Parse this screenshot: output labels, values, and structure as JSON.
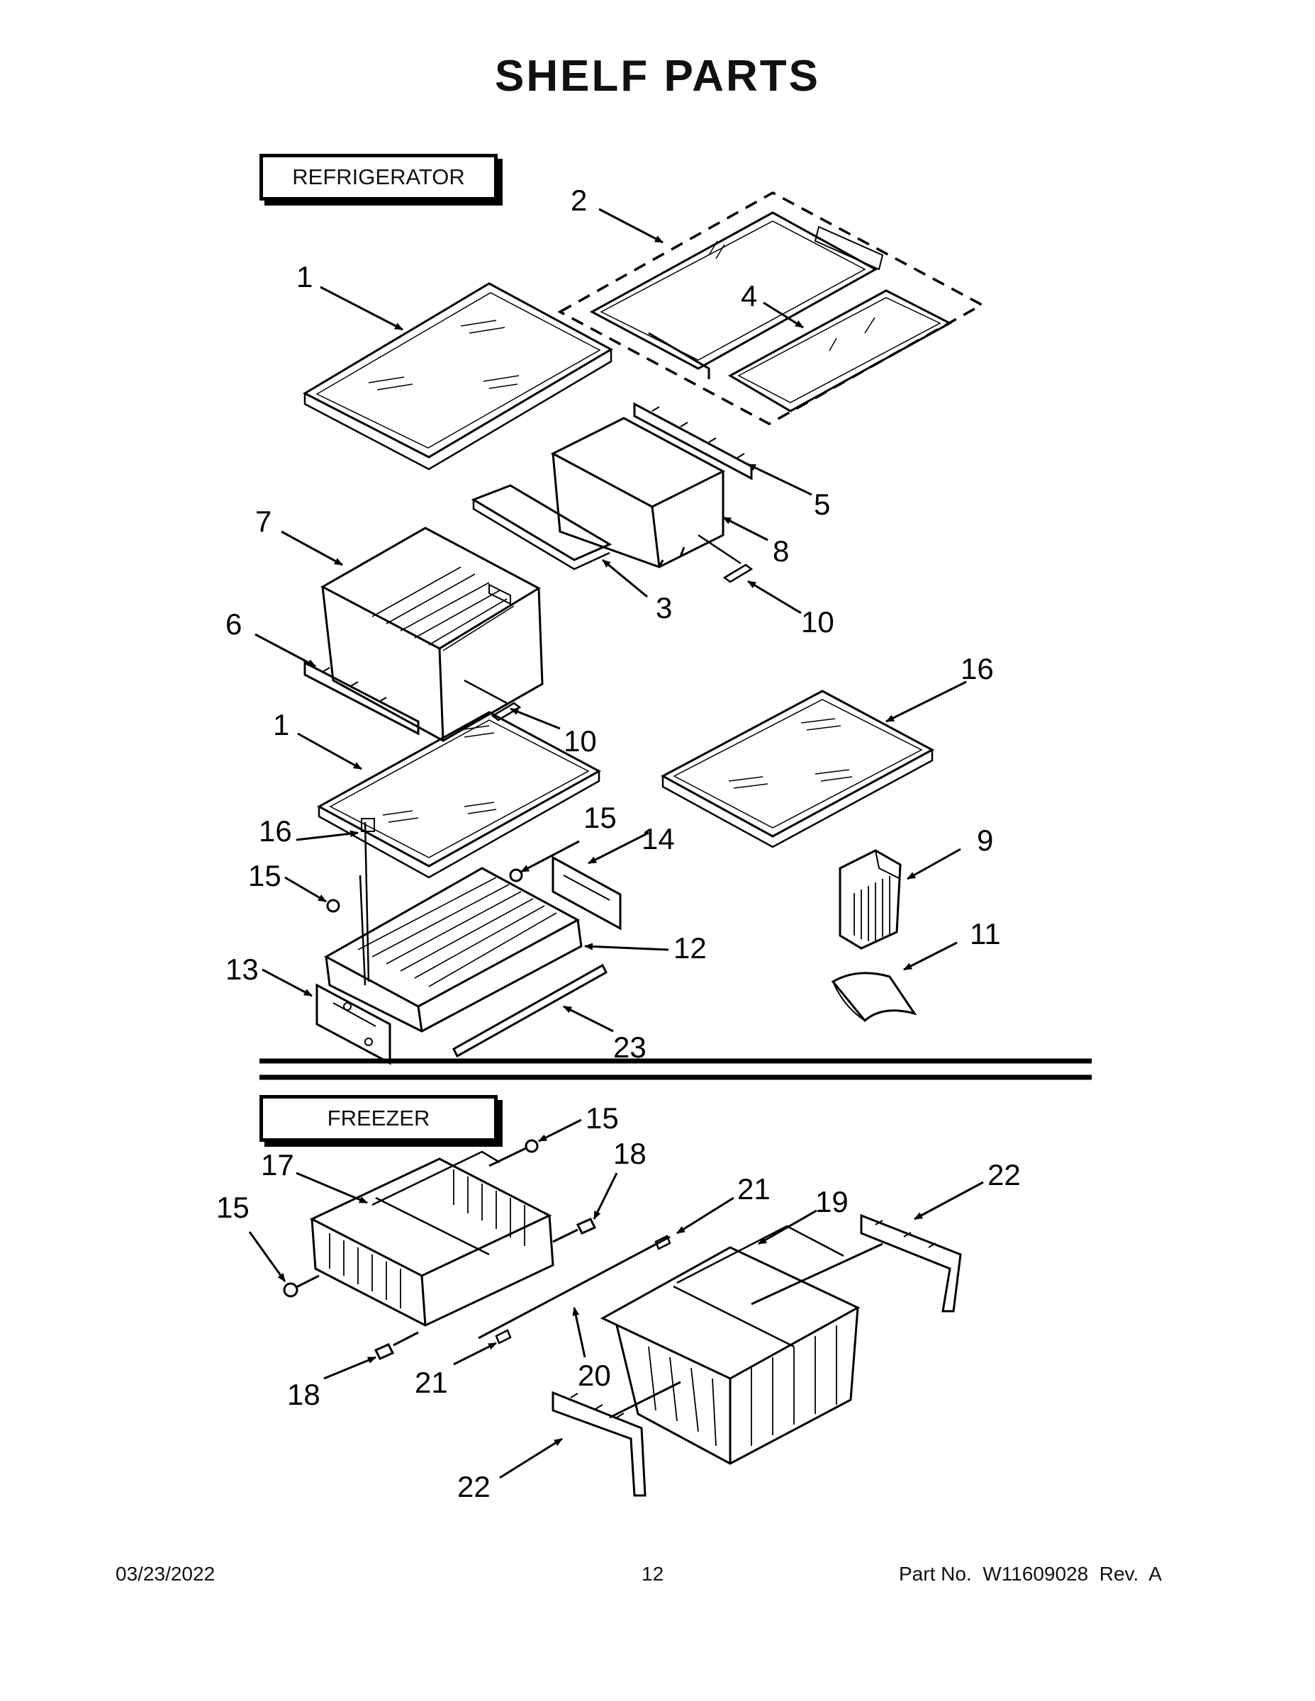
{
  "title": "SHELF PARTS",
  "sections": {
    "refrigerator": "REFRIGERATOR",
    "freezer": "FREEZER"
  },
  "callouts": {
    "c1a": "1",
    "c2": "2",
    "c4": "4",
    "c5": "5",
    "c8": "8",
    "c7": "7",
    "c3": "3",
    "c10a": "10",
    "c6": "6",
    "c10b": "10",
    "c16a": "16",
    "c1b": "1",
    "c15a": "15",
    "c14": "14",
    "c9": "9",
    "c16b": "16",
    "c15b": "15",
    "c12": "12",
    "c11": "11",
    "c13": "13",
    "c23": "23",
    "c15c": "15",
    "c18a": "18",
    "c17": "17",
    "c21a": "21",
    "c19": "19",
    "c22a": "22",
    "c15d": "15",
    "c18b": "18",
    "c21b": "21",
    "c20": "20",
    "c22b": "22"
  },
  "footer": {
    "date": "03/23/2022",
    "page": "12",
    "part_no": "Part No.  W11609028  Rev.  A"
  }
}
